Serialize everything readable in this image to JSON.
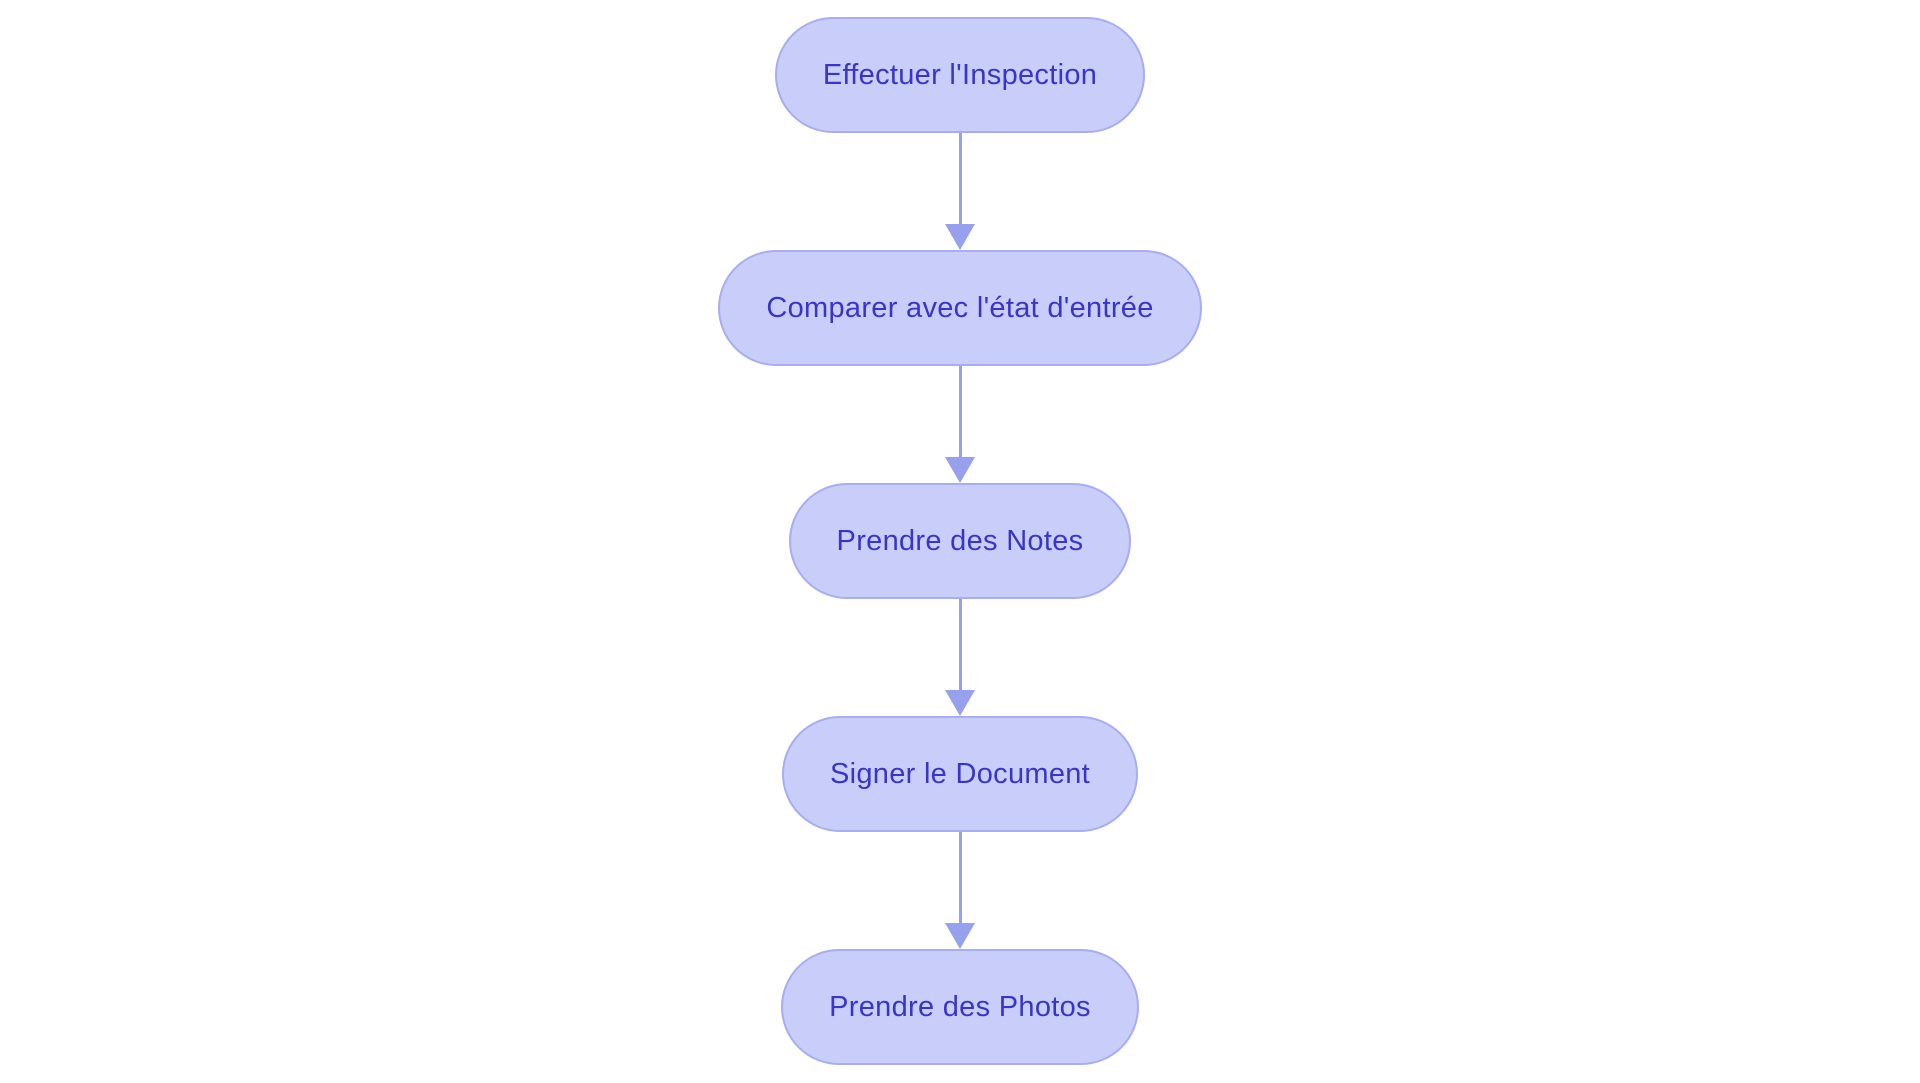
{
  "diagram": {
    "type": "flowchart",
    "direction": "top-down",
    "nodes": [
      {
        "label": "Effectuer l'Inspection"
      },
      {
        "label": "Comparer avec l'état d'entrée"
      },
      {
        "label": "Prendre des Notes"
      },
      {
        "label": "Signer le Document"
      },
      {
        "label": "Prendre des Photos"
      }
    ],
    "edges": [
      {
        "from": 0,
        "to": 1,
        "style": "arrow-down"
      },
      {
        "from": 1,
        "to": 2,
        "style": "arrow-down"
      },
      {
        "from": 2,
        "to": 3,
        "style": "arrow-down"
      },
      {
        "from": 3,
        "to": 4,
        "style": "arrow-down"
      }
    ],
    "colors": {
      "background": "#ffffff",
      "node_fill": "#c9cdf9",
      "node_border": "#a6adf1",
      "node_text": "#3a35c6",
      "arrow": "#96a0ed"
    }
  }
}
